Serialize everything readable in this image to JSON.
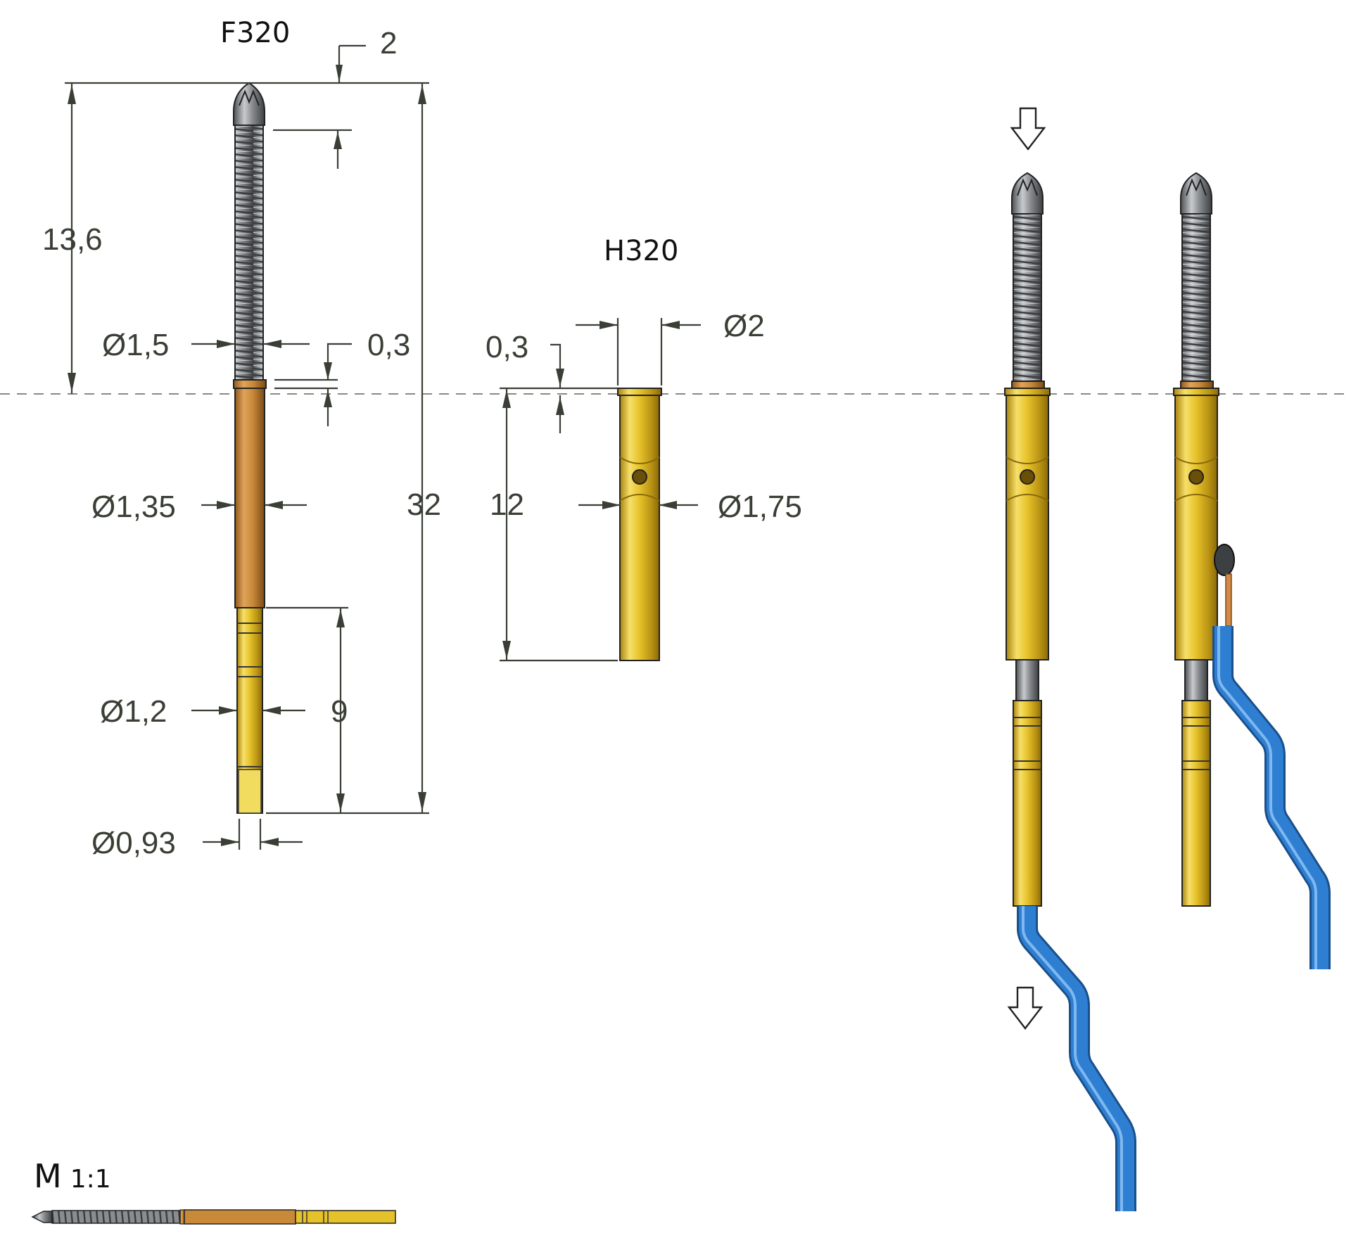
{
  "probe": {
    "title": "F320",
    "dims": {
      "tip_offset": "2",
      "length_total": "32",
      "length_to_collar": "13,6",
      "dia_spring": "Ø1,5",
      "collar": "0,3",
      "dia_body": "Ø1,35",
      "dia_lower": "Ø1,2",
      "length_lower": "9",
      "dia_tail": "Ø0,93"
    }
  },
  "receptacle": {
    "title": "H320",
    "dims": {
      "dia_outer": "Ø2",
      "collar": "0,3",
      "length": "12",
      "dia_body": "Ø1,75"
    }
  },
  "scale": {
    "label_m": "M",
    "ratio": "1:1"
  },
  "colors": {
    "gold": "#e6c22a",
    "copper": "#c8893a",
    "steel": "#8a8d90",
    "wire": "#2e7fd1",
    "dimension": "#3a3f35"
  }
}
